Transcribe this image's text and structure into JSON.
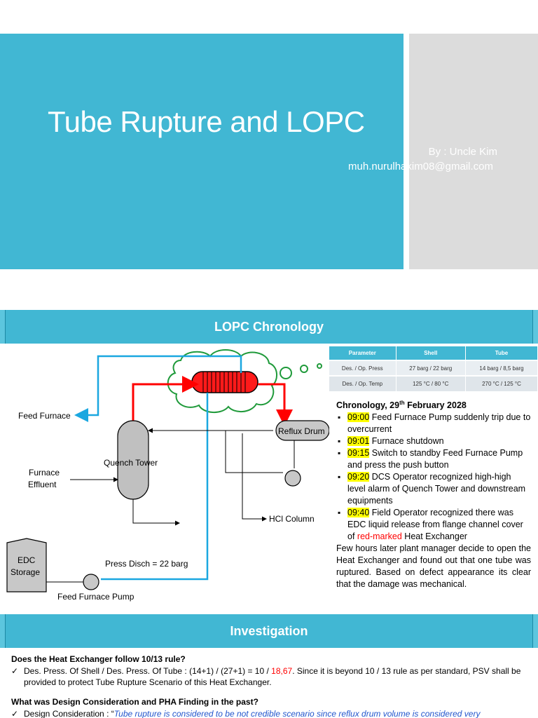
{
  "title_slide": {
    "title": "Tube Rupture and LOPC",
    "byline": "By : Uncle Kim",
    "email": "muh.nurulhakim08@gmail.com"
  },
  "chronology_section": {
    "banner": "LOPC Chronology",
    "diagram_labels": {
      "feed_furnace": "Feed Furnace",
      "quench_tower": "Quench Tower",
      "furnace_effluent_1": "Furnace",
      "furnace_effluent_2": "Effluent",
      "reflux_drum": "Reflux Drum",
      "hcl_column": "HCl Column",
      "edc_storage_1": "EDC",
      "edc_storage_2": "Storage",
      "press_disch": "Press Disch = 22 barg",
      "feed_furnace_pump": "Feed Furnace Pump"
    },
    "table": {
      "headers": [
        "Parameter",
        "Shell",
        "Tube"
      ],
      "rows": [
        [
          "Des. / Op. Press",
          "27 barg / 22 barg",
          "14 barg / 8,5 barg"
        ],
        [
          "Des. / Op. Temp",
          "125 °C / 80 °C",
          "270 °C / 125 °C"
        ]
      ]
    },
    "chronology_title": "Chronology, 29",
    "chronology_title_sup": "th",
    "chronology_title_rest": " February 2028",
    "events": [
      {
        "time": "09:00",
        "text": " Feed Furnace Pump suddenly trip due to overcurrent"
      },
      {
        "time": "09:01",
        "text": " Furnace shutdown"
      },
      {
        "time": "09:15",
        "text": " Switch to standby Feed Furnace Pump and press the push button"
      },
      {
        "time": "09:20",
        "text": " DCS Operator recognized high-high level alarm of Quench Tower and downstream equipments"
      },
      {
        "time": "09:40",
        "text": " Field Operator recognized there was EDC liquid release from flange channel cover of ",
        "red": "red-marked",
        "tail": " Heat Exchanger"
      }
    ],
    "summary": "Few hours later plant manager decide to open the Heat Exchanger and found out that one tube was ruptured. Based on defect appearance its clear that the damage was mechanical."
  },
  "investigation_section": {
    "banner": "Investigation",
    "q1": "Does the Heat Exchanger follow 10/13 rule?",
    "a1_check": "✓",
    "a1_part1": "Des. Press. Of Shell / Des. Press. Of Tube : (14+1) / (27+1) = 10 / ",
    "a1_red": "18,67",
    "a1_part2": ". Since it is beyond 10 / 13 rule as per standard, PSV shall be provided to protect Tube Rupture Scenario of this Heat Exchanger.",
    "q2": "What was Design Consideration and PHA Finding in the past?",
    "a2_check": "✓",
    "a2_label": "Design Consideration : “",
    "a2_quote": "Tube rupture is considered to be not credible scenario since reflux drum volume is considered very"
  },
  "colors": {
    "banner": "#41b7d3",
    "hot_stream": "#ff0000",
    "cold_stream": "#1aa7e0",
    "highlight": "#ffff00"
  }
}
